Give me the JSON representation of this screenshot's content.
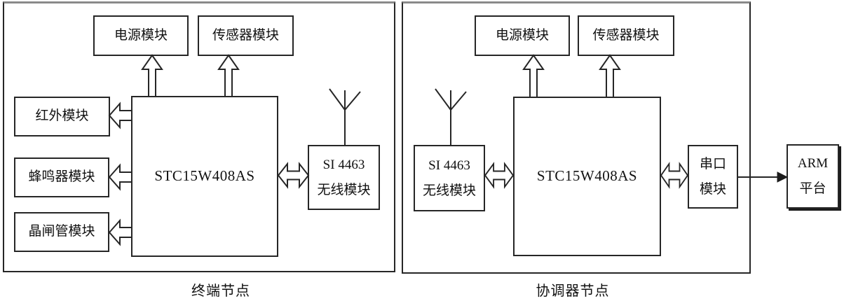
{
  "left_panel": {
    "caption": "终端节点",
    "power": "电源模块",
    "sensor": "传感器模块",
    "infrared": "红外模块",
    "buzzer": "蜂鸣器模块",
    "thyristor": "晶闸管模块",
    "mcu": "STC15W408AS",
    "wireless": {
      "line1": "SI 4463",
      "line2": "无线模块"
    }
  },
  "right_panel": {
    "caption": "协调器节点",
    "power": "电源模块",
    "sensor": "传感器模块",
    "wireless": {
      "line1": "SI 4463",
      "line2": "无线模块"
    },
    "mcu": "STC15W408AS",
    "serial": {
      "line1": "串口",
      "line2": "模块"
    },
    "arm": {
      "line1": "ARM",
      "line2": "平台"
    }
  },
  "colors": {
    "line": "#262626",
    "panel_top_border": "#8a8a8a",
    "background": "#ffffff"
  }
}
